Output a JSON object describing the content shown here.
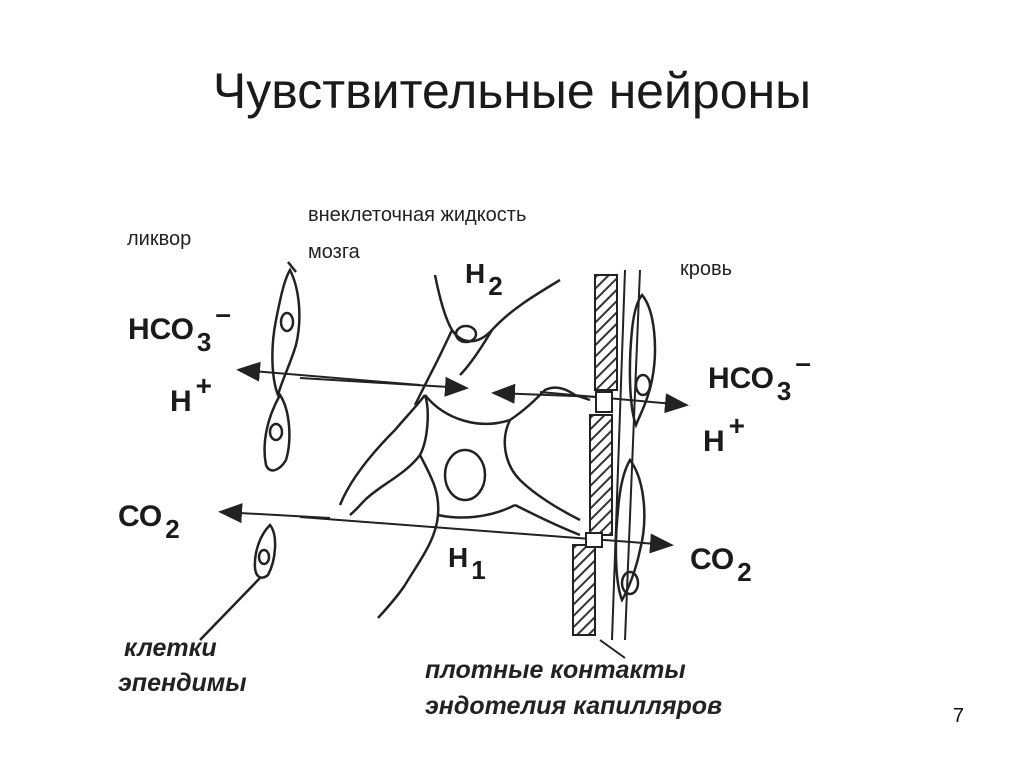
{
  "slide": {
    "title": "Чувствительные нейроны",
    "page_number": "7"
  },
  "labels": {
    "liquor": "ликвор",
    "extracellular_line1": "внеклеточная жидкость",
    "extracellular_line2": "мозга",
    "blood": "кровь",
    "h2_main": "Н",
    "h2_sub": "2",
    "h1_main": "Н",
    "h1_sub": "1",
    "hco3_left_main": "НСО",
    "hco3_left_sub": "3",
    "hco3_left_sup": "–",
    "h_left_main": "Н",
    "h_left_sup": "+",
    "co2_left_main": "СО",
    "co2_left_sub": "2",
    "hco3_right_main": "НСО",
    "hco3_right_sub": "3",
    "hco3_right_sup": "–",
    "h_right_main": "Н",
    "h_right_sup": "+",
    "co2_right_main": "СО",
    "co2_right_sub": "2",
    "ependyma_line1": "клетки",
    "ependyma_line2": "эпендимы",
    "tight_junctions_line1": "плотные контакты",
    "tight_junctions_line2": "эндотелия капилляров"
  }
}
